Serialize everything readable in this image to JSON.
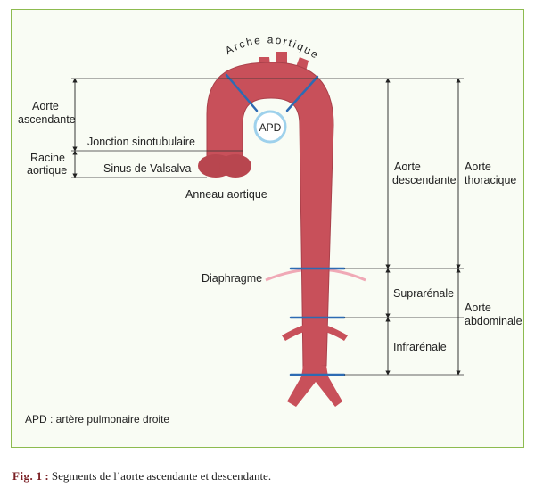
{
  "diagram": {
    "arch_title": "Arche aortique",
    "apd": "APD",
    "aorte_ascendante_1": "Aorte",
    "aorte_ascendante_2": "ascendante",
    "racine_1": "Racine",
    "racine_2": "aortique",
    "jonction": "Jonction sinotubulaire",
    "sinus": "Sinus de Valsalva",
    "anneau": "Anneau aortique",
    "diaphragme": "Diaphragme",
    "aorte_descendante_1": "Aorte",
    "aorte_descendante_2": "descendante",
    "aorte_thoracique_1": "Aorte",
    "aorte_thoracique_2": "thoracique",
    "suprarenale": "Suprarénale",
    "infrarenale": "Infrarénale",
    "aorte_abdominale_1": "Aorte",
    "aorte_abdominale_2": "abdominale",
    "legend": "APD : artère pulmonaire droite"
  },
  "caption": {
    "label": "Fig.",
    "number": "1 :",
    "text": "Segments de l’aorte ascendante et descendante."
  },
  "colors": {
    "aorta": "#c8505a",
    "aorta_dark": "#9e3840",
    "marker_blue": "#2d6bb3",
    "diaphragm": "#f0a9b6",
    "frame_border": "#8dbb4f",
    "caption_accent": "#7a1f24"
  }
}
